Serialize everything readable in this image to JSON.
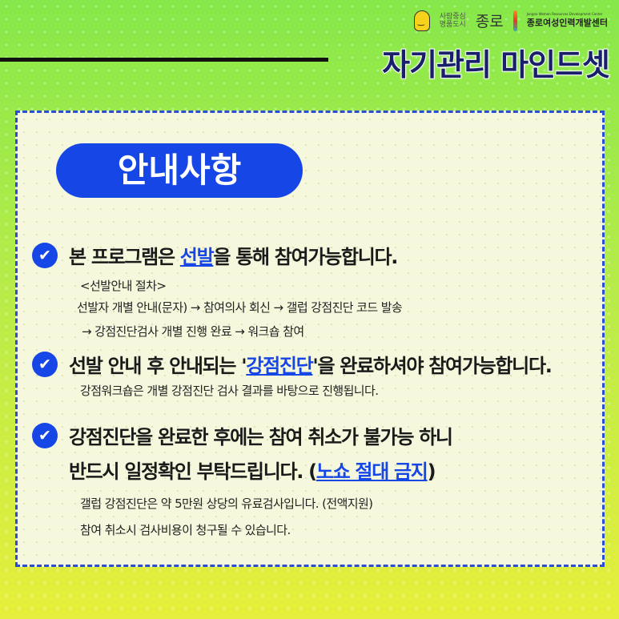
{
  "header": {
    "slogan_line1": "사람중심",
    "slogan_line2": "명품도시",
    "city_logo": "종로",
    "center_sub": "Jongno Women Resources Development Center",
    "center_name": "종로여성인력개발센터",
    "title": "자기관리 마인드셋"
  },
  "notice": {
    "badge": "안내사항",
    "item1": {
      "pre": "본 프로그램은 ",
      "link": "선발",
      "post": "을 통해 참여가능합니다."
    },
    "procedure_title": "<선발안내 절차>",
    "procedure_line1": "선발자 개별 안내(문자) → 참여의사 회신 → 갤럽 강점진단 코드 발송",
    "procedure_line2": "→ 강점진단검사 개별 진행 완료 → 워크숍 참여",
    "item2": {
      "pre": "선발 안내 후 안내되는 '",
      "link": "강점진단",
      "post": "'을 완료하셔야 참여가능합니다."
    },
    "item2_note": "강점워크숍은 개별 강점진단 검사 결과를 바탕으로 진행됩니다.",
    "item3": {
      "line1": "강점진단을 완료한 후에는 참여 취소가 불가능 하니",
      "line2_pre": "반드시 일정확인 부탁드립니다. (",
      "link": "노쇼 절대 금지",
      "line2_post": ")"
    },
    "item3_note1": "갤럽 강점진단은 약 5만원 상당의 유료검사입니다. (전액지원)",
    "item3_note2": "참여 취소시 검사비용이 청구될 수 있습니다."
  }
}
